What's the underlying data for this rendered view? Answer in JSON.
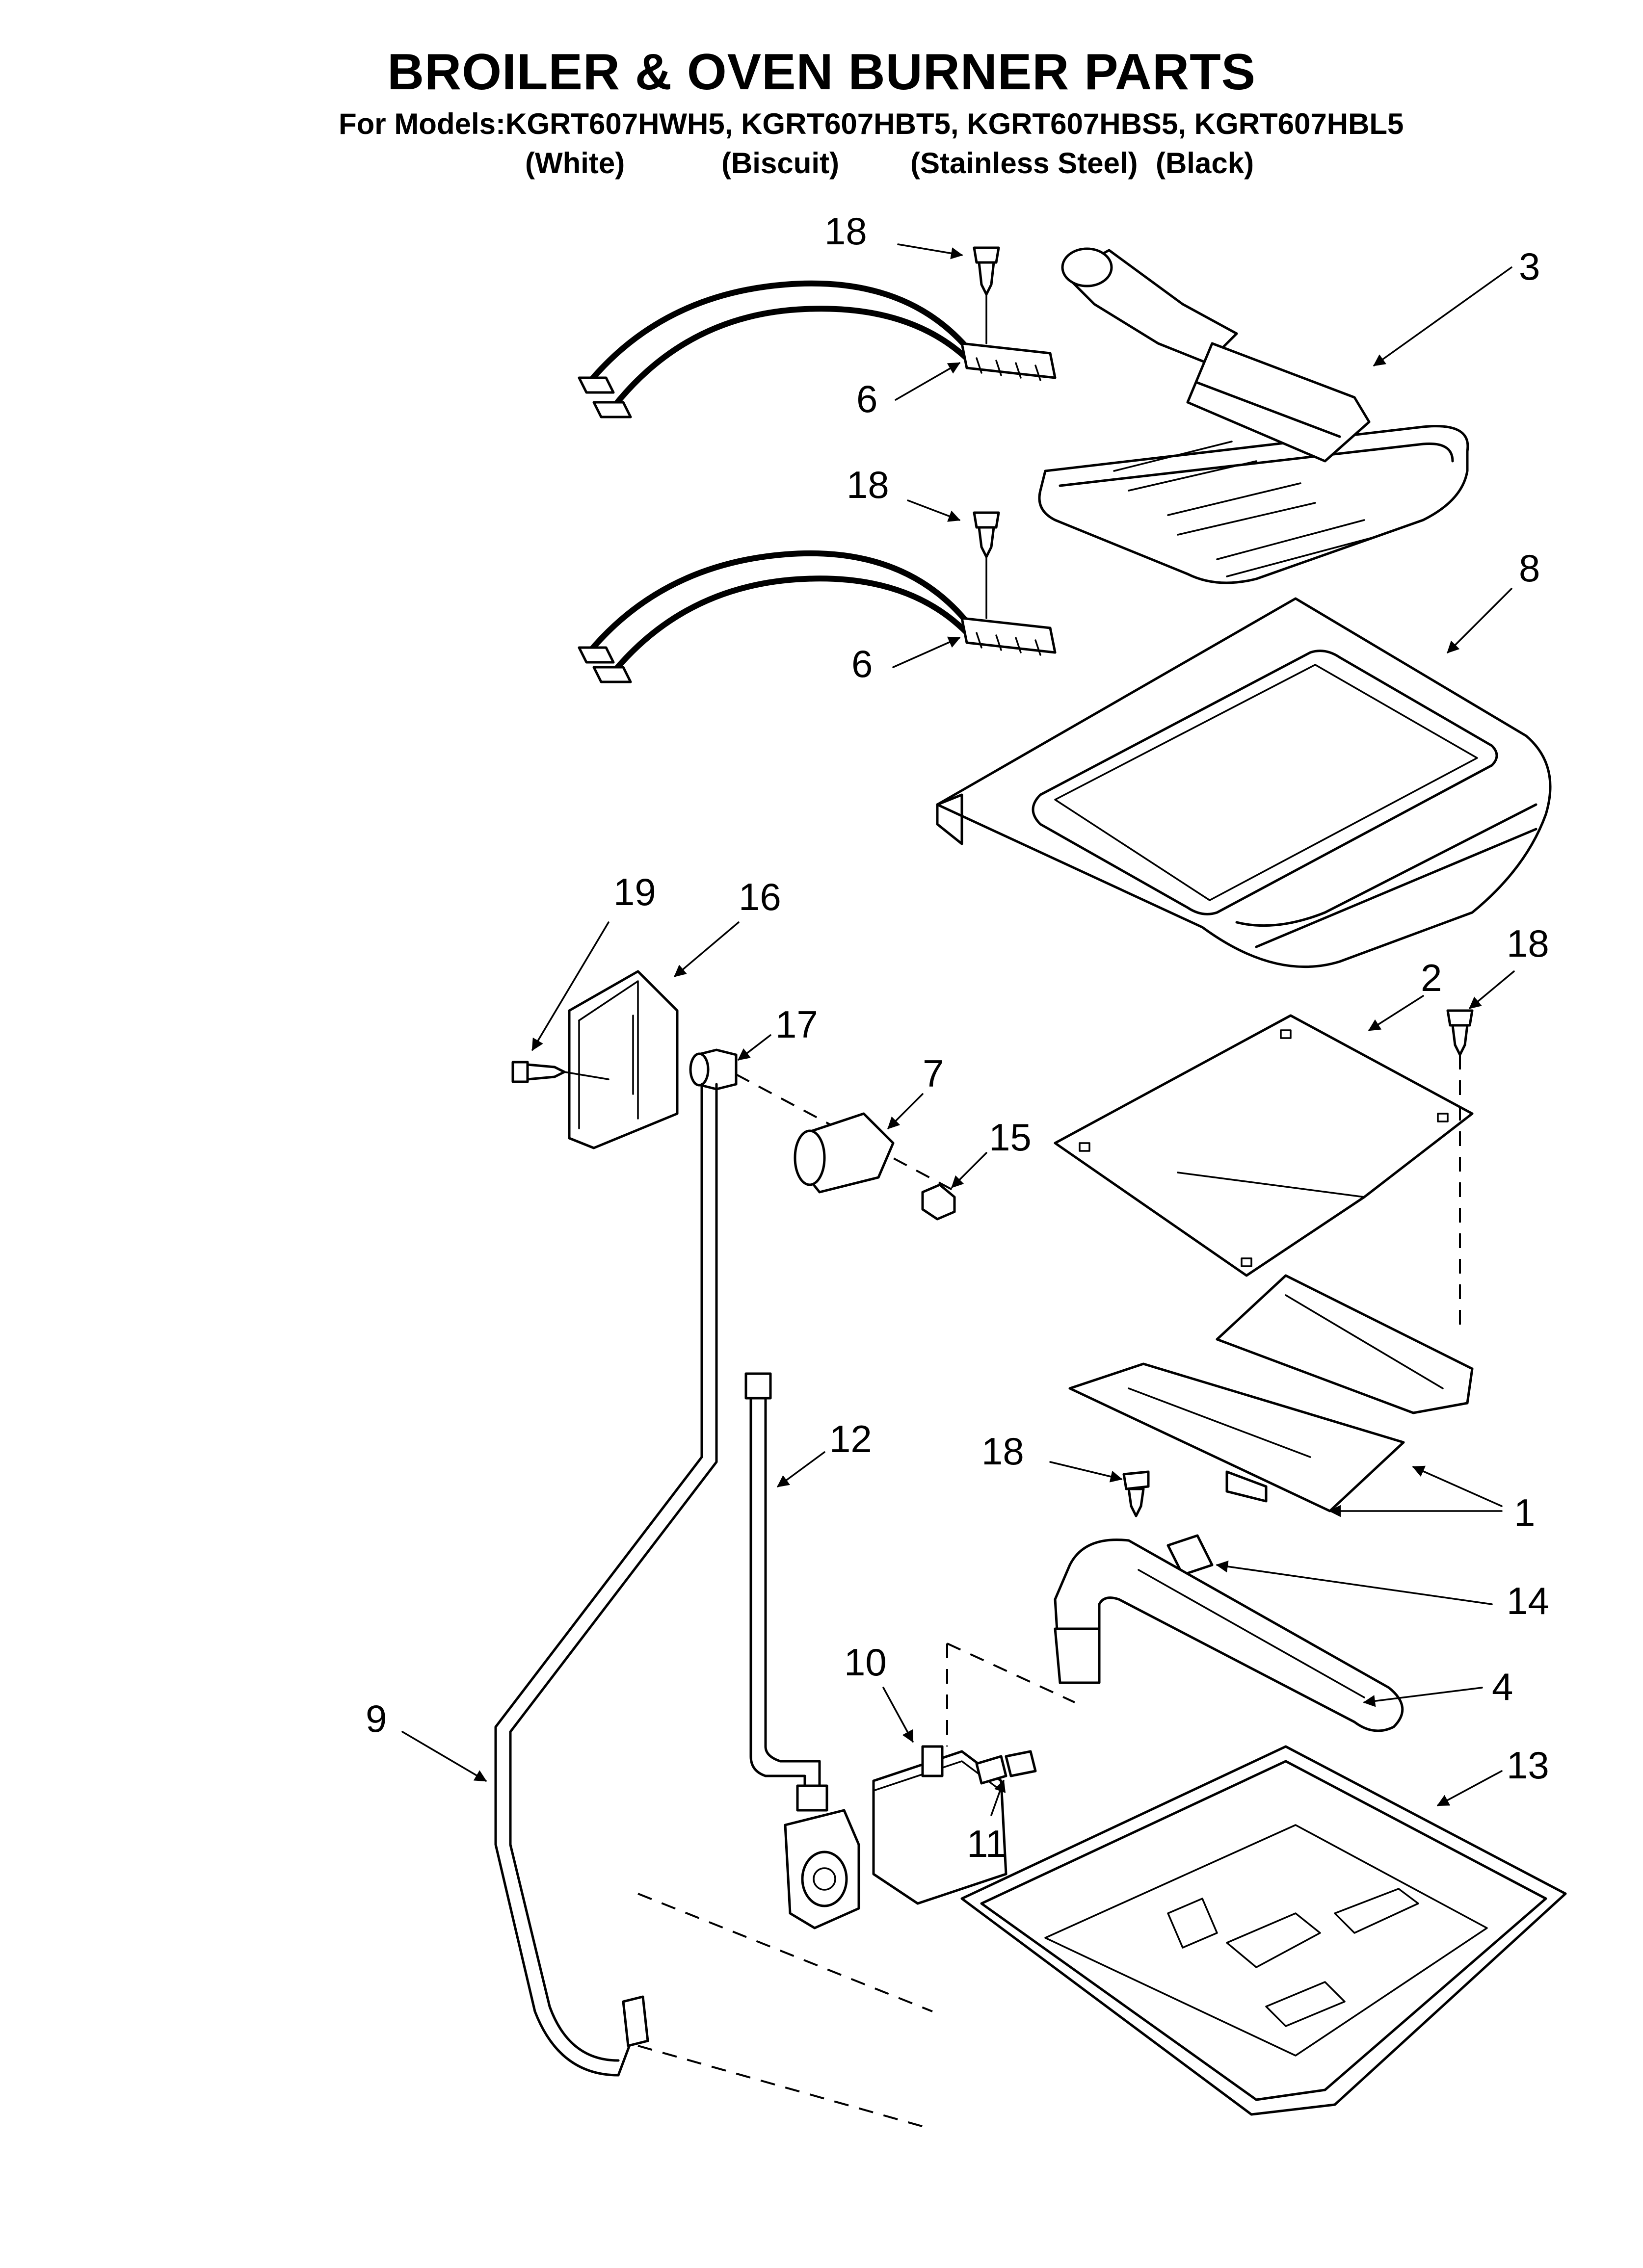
{
  "header": {
    "title": "BROILER & OVEN BURNER PARTS",
    "models_line": "For Models:KGRT607HWH5, KGRT607HBT5, KGRT607HBS5, KGRT607HBL5",
    "colors": [
      "(White)",
      "(Biscuit)",
      "(Stainless Steel)",
      "(Black)"
    ]
  },
  "callouts": {
    "c18a": "18",
    "c3": "3",
    "c6a": "6",
    "c18b": "18",
    "c8": "8",
    "c6b": "6",
    "c19": "19",
    "c16": "16",
    "c18c": "18",
    "c2": "2",
    "c17": "17",
    "c7": "7",
    "c15": "15",
    "c12": "12",
    "c18d": "18",
    "c1": "1",
    "c14": "14",
    "c10": "10",
    "c4": "4",
    "c9": "9",
    "c13": "13",
    "c11": "11"
  }
}
